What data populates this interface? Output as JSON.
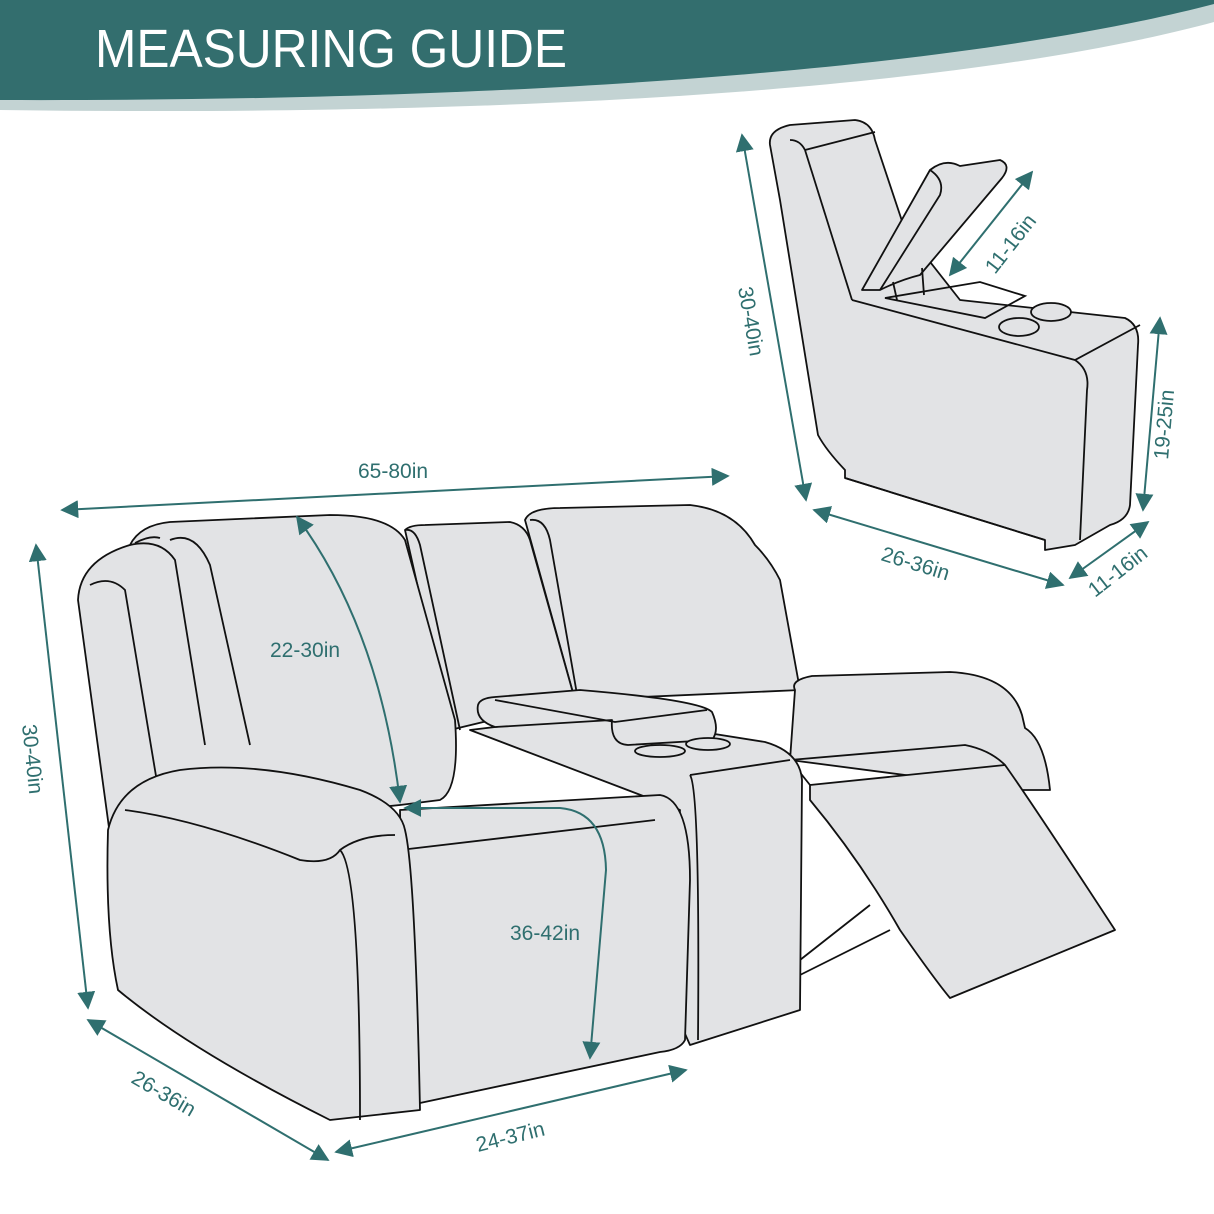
{
  "header": {
    "title": "MEASURING GUIDE",
    "banner_color": "#336e6e",
    "banner_shadow_color": "#c3d3d3"
  },
  "colors": {
    "dimension": "#2f6f6f",
    "fill": "#e2e3e5",
    "outline": "#111111"
  },
  "loveseat": {
    "overall_width": "65-80in",
    "overall_height": "30-40in",
    "backrest_height": "22-30in",
    "seat_depth_extended": "36-42in",
    "side_depth": "26-36in",
    "seat_width": "24-37in"
  },
  "console": {
    "height": "30-40in",
    "lid_width": "11-16in",
    "arm_height": "19-25in",
    "depth": "26-36in",
    "width": "11-16in"
  }
}
